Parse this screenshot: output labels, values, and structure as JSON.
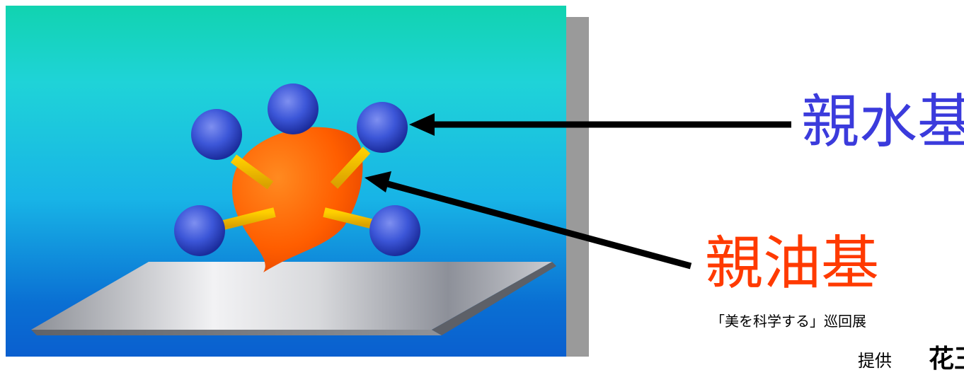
{
  "labels": {
    "hydrophilic": "親水基",
    "lipophilic": "親油基"
  },
  "caption": "「美を科学する」巡回展",
  "credit": {
    "prefix": "提供",
    "name": "花王"
  },
  "colors": {
    "hydrophilic": "#3b3bdc",
    "lipophilic": "#ff3a00",
    "sphere": "#3a55d6",
    "tail": "#f2b400",
    "body": "#ff6a00",
    "arrow": "#000000"
  }
}
